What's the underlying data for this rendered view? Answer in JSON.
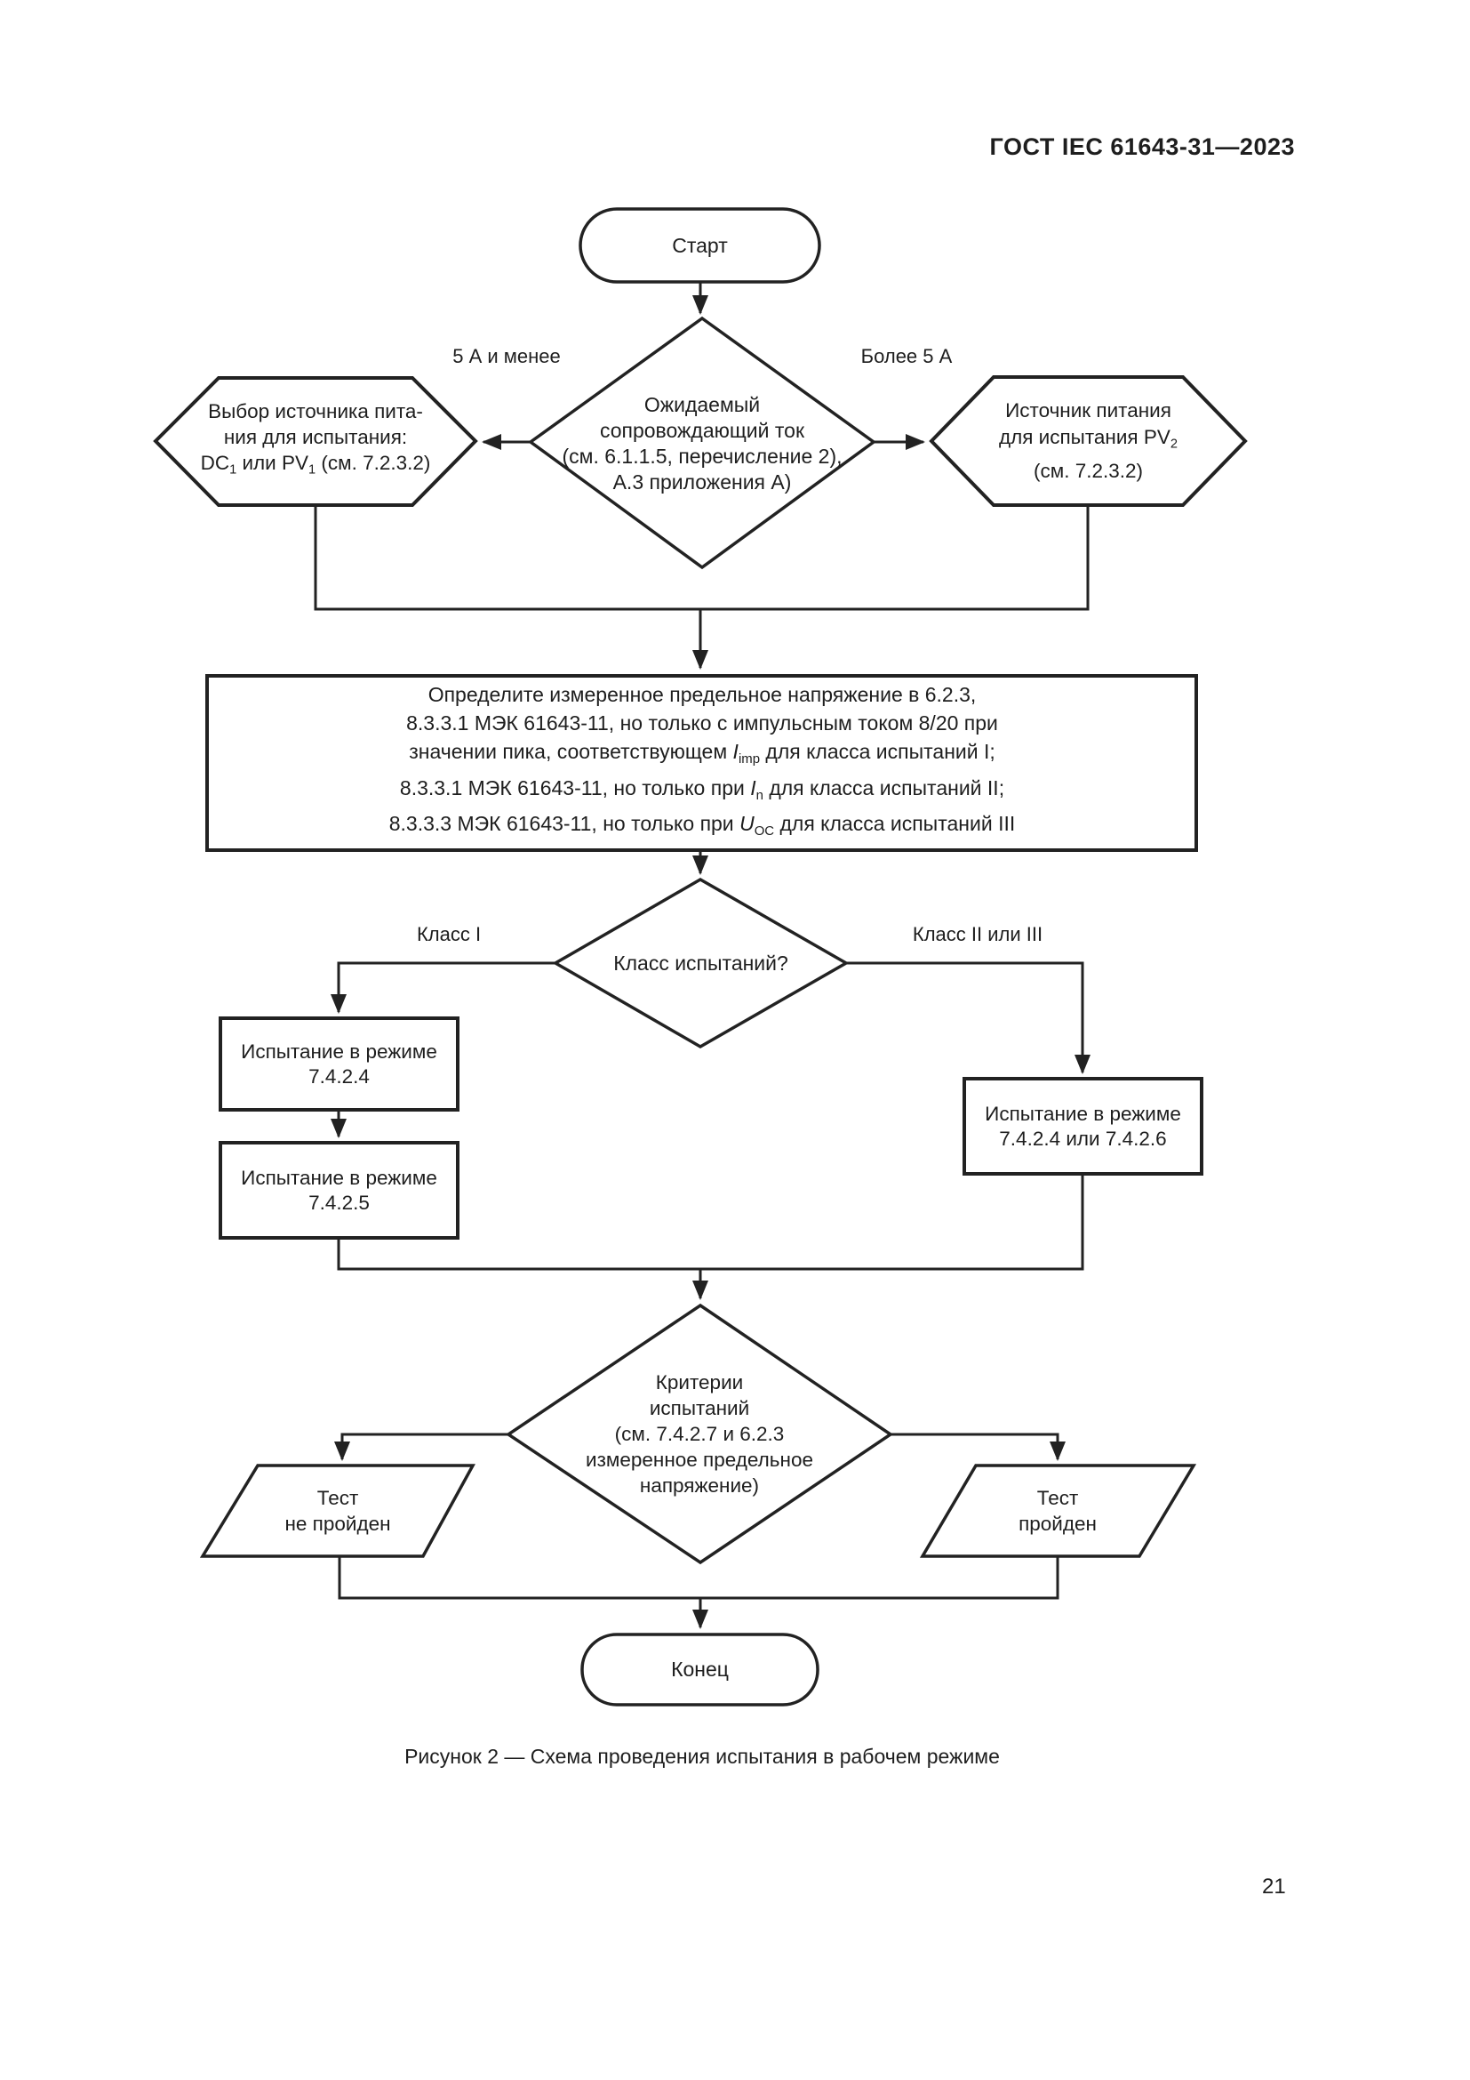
{
  "page": {
    "header": "ГОСТ IEC 61643-31—2023",
    "caption": "Рисунок 2 — Схема проведения испытания в рабочем режиме",
    "page_number": "21"
  },
  "colors": {
    "ink": "#222222",
    "background": "#ffffff"
  },
  "flowchart": {
    "start": {
      "label": "Старт"
    },
    "decision_current": {
      "lines": [
        "Ожидаемый",
        "сопровождающий ток",
        "(см. 6.1.1.5, перечисление 2),",
        "А.3 приложения А)"
      ],
      "branch_left": "5 А и менее",
      "branch_right": "Более 5 А"
    },
    "hex_power_select": {
      "lines": [
        [
          {
            "t": "Выбор источника пита-"
          }
        ],
        [
          {
            "t": "ния для испытания:"
          }
        ],
        [
          {
            "t": "DC"
          },
          {
            "t": "1",
            "s": "sub"
          },
          {
            "t": " или PV"
          },
          {
            "t": "1",
            "s": "sub"
          },
          {
            "t": " (см. 7.2.3.2)"
          }
        ]
      ]
    },
    "hex_power_pv2": {
      "lines": [
        [
          {
            "t": "Источник питания"
          }
        ],
        [
          {
            "t": "для испытания PV"
          },
          {
            "t": "2",
            "s": "sub"
          }
        ],
        [
          {
            "t": "(см. 7.2.3.2)"
          }
        ]
      ]
    },
    "process_measure": {
      "lines": [
        [
          {
            "t": "Определите измеренное предельное напряжение в 6.2.3,"
          }
        ],
        [
          {
            "t": "8.3.3.1 МЭК 61643-11, но только с импульсным током 8/20 при"
          }
        ],
        [
          {
            "t": "значении пика, соответствующем "
          },
          {
            "t": "I",
            "s": "i"
          },
          {
            "t": "imp",
            "s": "sub"
          },
          {
            "t": " для класса испытаний I;"
          }
        ],
        [
          {
            "t": "8.3.3.1 МЭК 61643-11, но только при "
          },
          {
            "t": "I",
            "s": "i"
          },
          {
            "t": "n",
            "s": "sub"
          },
          {
            "t": " для класса испытаний II;"
          }
        ],
        [
          {
            "t": "8.3.3.3 МЭК 61643-11, но только при "
          },
          {
            "t": "U",
            "s": "i"
          },
          {
            "t": "OC",
            "s": "sub"
          },
          {
            "t": " для класса испытаний III"
          }
        ]
      ]
    },
    "decision_class": {
      "label": "Класс испытаний?",
      "branch_left": "Класс I",
      "branch_right": "Класс II или III"
    },
    "process_7424": {
      "lines": [
        "Испытание в режиме",
        "7.4.2.4"
      ]
    },
    "process_7425": {
      "lines": [
        "Испытание в режиме",
        "7.4.2.5"
      ]
    },
    "process_7424_7426": {
      "lines": [
        "Испытание в режиме",
        "7.4.2.4 или 7.4.2.6"
      ]
    },
    "decision_criteria": {
      "lines": [
        "Критерии",
        "испытаний",
        "(см. 7.4.2.7 и 6.2.3",
        "измеренное предельное",
        "напряжение)"
      ]
    },
    "output_fail": {
      "lines": [
        "Тест",
        "не пройден"
      ]
    },
    "output_pass": {
      "lines": [
        "Тест",
        "пройден"
      ]
    },
    "end": {
      "label": "Конец"
    }
  }
}
